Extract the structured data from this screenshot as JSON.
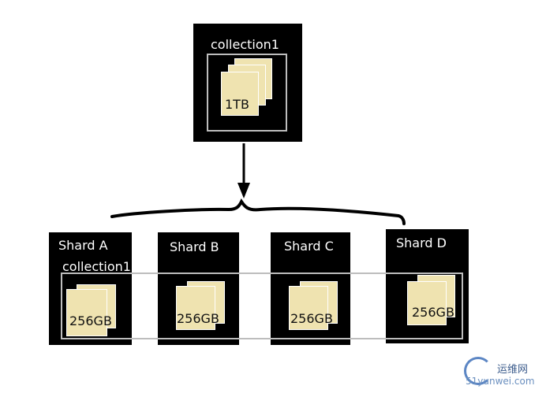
{
  "top": {
    "label": "collection1",
    "size": "1TB"
  },
  "shards": [
    {
      "label": "Shard A",
      "size": "256GB"
    },
    {
      "label": "Shard B",
      "size": "256GB"
    },
    {
      "label": "Shard C",
      "size": "256GB"
    },
    {
      "label": "Shard  D",
      "size": "256GB"
    }
  ],
  "shard_collection_label": "collection1",
  "watermark": {
    "line1": "运维网",
    "line2": "51yunwei.com"
  },
  "colors": {
    "box": "#000000",
    "doc": "#efe3b0",
    "frame": "#bdbdbd"
  }
}
